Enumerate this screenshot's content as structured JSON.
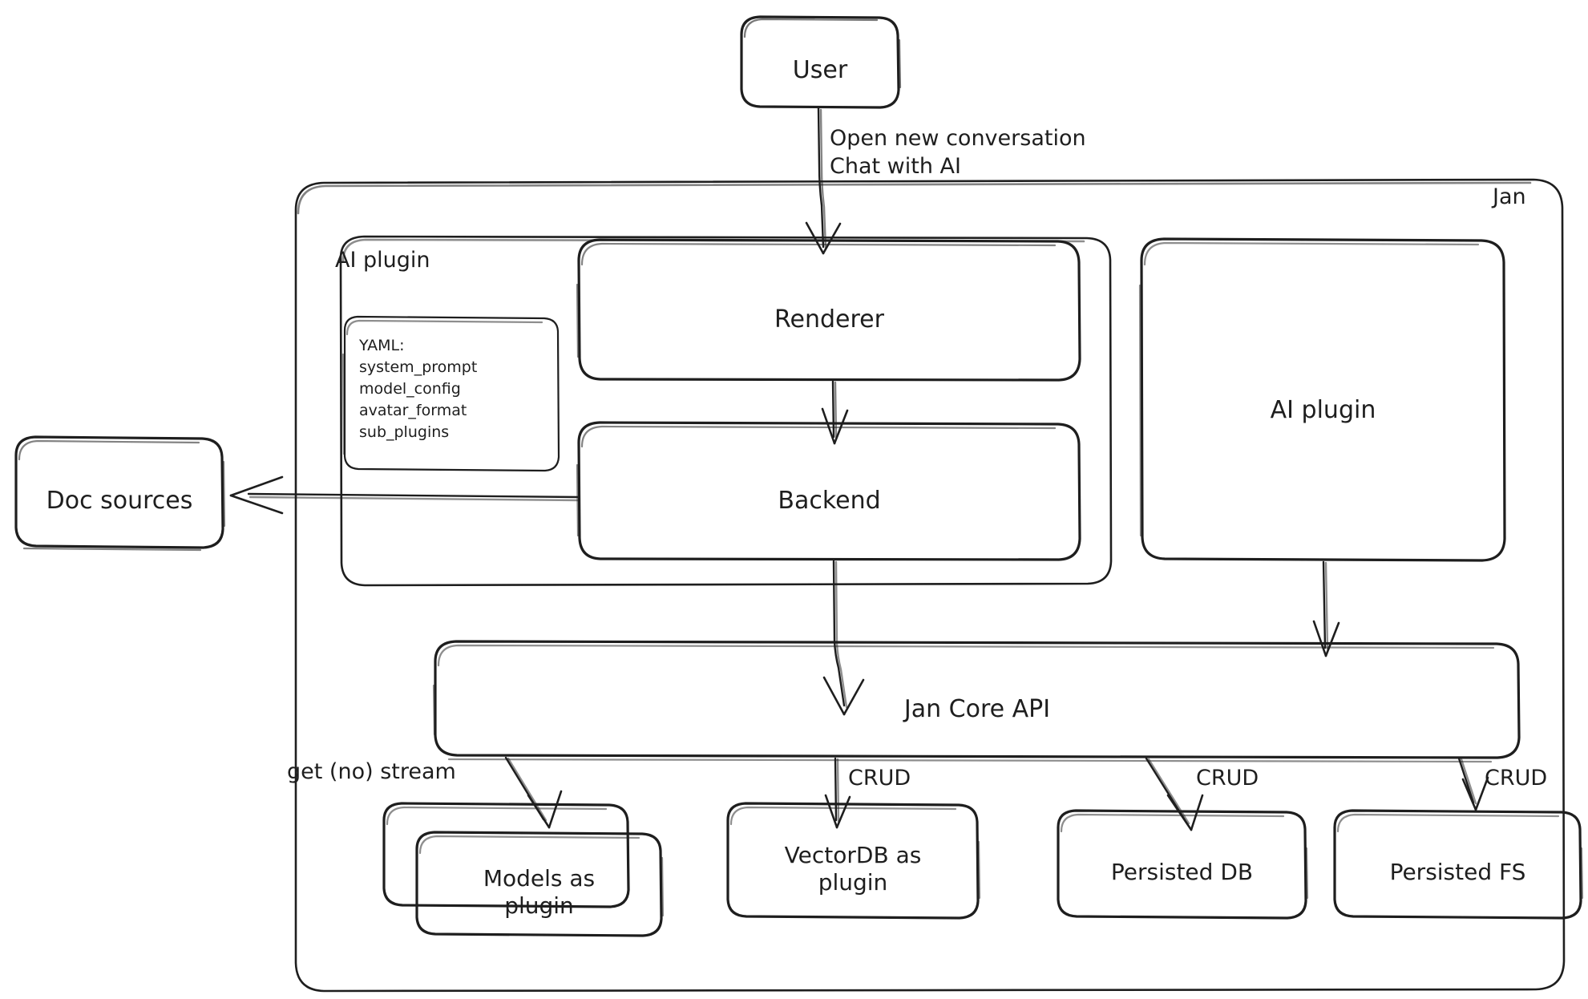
{
  "diagram": {
    "title": "Jan architecture",
    "style": "hand-drawn",
    "stroke_color": "#1e1e1e",
    "background_color": "#ffffff"
  },
  "containers": {
    "jan": {
      "label": "Jan"
    },
    "ai_plugin_group": {
      "label": "AI plugin"
    }
  },
  "nodes": {
    "user": {
      "label": "User"
    },
    "renderer": {
      "label": "Renderer"
    },
    "backend": {
      "label": "Backend"
    },
    "yaml": {
      "label": "YAML:\nsystem_prompt\nmodel_config\navatar_format\nsub_plugins"
    },
    "ai_plugin_right": {
      "label": "AI plugin"
    },
    "doc_sources": {
      "label": "Doc sources"
    },
    "jan_core_api": {
      "label": "Jan Core API"
    },
    "models_plugin": {
      "label": "Models as\nplugin"
    },
    "vectordb_plugin": {
      "label": "VectorDB as\nplugin"
    },
    "persisted_db": {
      "label": "Persisted DB"
    },
    "persisted_fs": {
      "label": "Persisted FS"
    }
  },
  "edge_labels": {
    "user_to_renderer": "Open new conversation\nChat with AI",
    "core_to_models": "get (no) stream",
    "core_to_vectordb": "CRUD",
    "core_to_persisted_db": "CRUD",
    "core_to_persisted_fs": "CRUD"
  },
  "edges": [
    {
      "from": "user",
      "to": "renderer",
      "label": "Open new conversation Chat with AI"
    },
    {
      "from": "renderer",
      "to": "backend",
      "label": ""
    },
    {
      "from": "backend",
      "to": "doc_sources",
      "label": ""
    },
    {
      "from": "backend",
      "to": "jan_core_api",
      "label": ""
    },
    {
      "from": "ai_plugin_right",
      "to": "jan_core_api",
      "label": ""
    },
    {
      "from": "jan_core_api",
      "to": "models_plugin",
      "label": "get (no) stream"
    },
    {
      "from": "jan_core_api",
      "to": "vectordb_plugin",
      "label": "CRUD"
    },
    {
      "from": "jan_core_api",
      "to": "persisted_db",
      "label": "CRUD"
    },
    {
      "from": "jan_core_api",
      "to": "persisted_fs",
      "label": "CRUD"
    }
  ]
}
